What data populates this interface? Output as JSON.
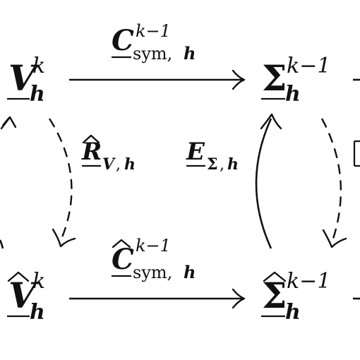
{
  "nodes": {
    "V_h": {
      "base": "V",
      "sup": "k",
      "sub": "h"
    },
    "Sigma_h": {
      "base": "Σ",
      "sup": "k−1",
      "sub": "h"
    },
    "V_hat_h": {
      "base": "V",
      "sup": "k",
      "sub": "h",
      "hat": "^"
    },
    "Sigma_hat_h": {
      "base": "Σ",
      "sup": "k−1",
      "sub": "h",
      "hat": "^"
    }
  },
  "arrows": {
    "C_sym": {
      "base": "C",
      "sup": "k−1",
      "sub_text": "sym,",
      "sub_var": "h"
    },
    "C_hat_sym": {
      "base": "C",
      "sup": "k−1",
      "sub_text": "sym,",
      "sub_var": "h",
      "hat": "^"
    },
    "R_V": {
      "base": "R",
      "sub_var1": "V",
      "sub_sep": ",",
      "sub_var2": "h",
      "hat": "^"
    },
    "E_Sigma": {
      "base": "E",
      "sub_var1": "Σ",
      "sub_sep": ",",
      "sub_var2": "h"
    }
  }
}
